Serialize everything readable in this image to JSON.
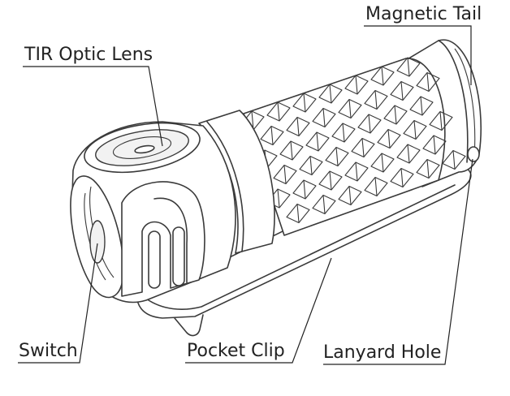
{
  "diagram": {
    "subject": "flashlight",
    "labels": {
      "magnetic_tail": "Magnetic Tail",
      "tir_optic_lens": "TIR Optic Lens",
      "switch": "Switch",
      "pocket_clip": "Pocket Clip",
      "lanyard_hole": "Lanyard Hole"
    },
    "colors": {
      "line": "#3a3a3a",
      "text": "#222222",
      "background": "#ffffff"
    }
  }
}
